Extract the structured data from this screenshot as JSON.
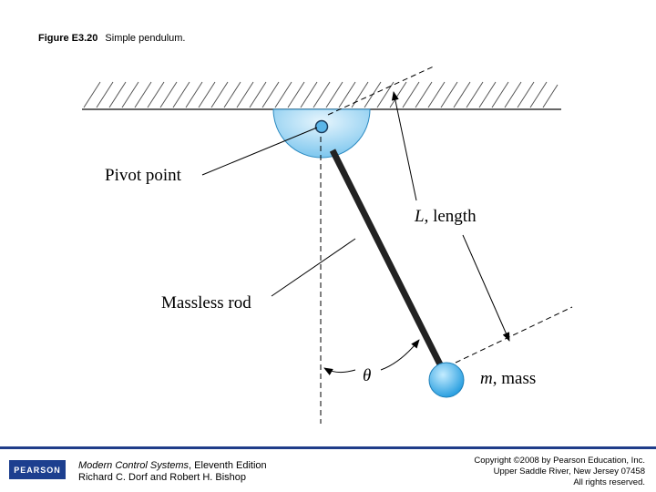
{
  "caption": {
    "number": "Figure E3.20",
    "title": "Simple pendulum."
  },
  "diagram": {
    "labels": {
      "pivot": "Pivot point",
      "length_var": "L",
      "length_text": ", length",
      "rod": "Massless rod",
      "angle": "θ",
      "mass_var": "m",
      "mass_text": ", mass"
    },
    "colors": {
      "pivot_fill": "#7cc6ee",
      "bob_fill": "#3aa8e6",
      "rod": "#222222",
      "hatch": "#555555"
    }
  },
  "footer": {
    "logo": "PEARSON",
    "book_title": "Modern Control Systems",
    "book_edition": ", Eleventh Edition",
    "authors": "Richard C. Dorf and Robert H. Bishop",
    "copyright_line1": "Copyright ©2008 by Pearson Education, Inc.",
    "copyright_line2": "Upper Saddle River, New Jersey 07458",
    "copyright_line3": "All rights reserved."
  }
}
